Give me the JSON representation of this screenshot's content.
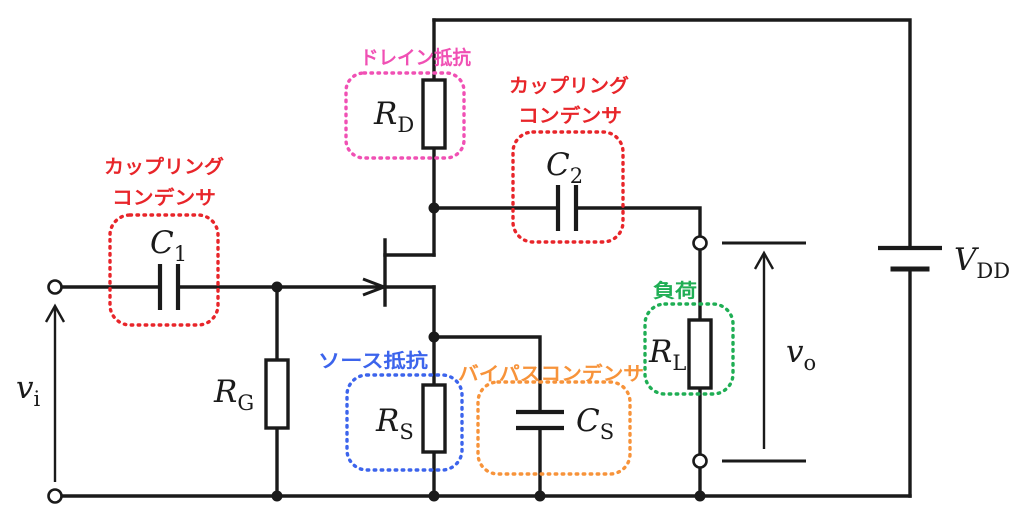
{
  "labels": {
    "rd": {
      "sym": "R",
      "sub": "D"
    },
    "c2": {
      "sym": "C",
      "sub": "2"
    },
    "c1": {
      "sym": "C",
      "sub": "1"
    },
    "rg": {
      "sym": "R",
      "sub": "G"
    },
    "rs": {
      "sym": "R",
      "sub": "S"
    },
    "cs": {
      "sym": "C",
      "sub": "S"
    },
    "rl": {
      "sym": "R",
      "sub": "L"
    },
    "vdd": {
      "sym": "V",
      "sub": "DD"
    },
    "vi": {
      "sym": "v",
      "sub": "i"
    },
    "vo": {
      "sym": "v",
      "sub": "o"
    }
  },
  "annotations": {
    "drain_resistor": "ドレイン抵抗",
    "coupling_c2_line1": "カップリング",
    "coupling_c2_line2": "コンデンサ",
    "coupling_c1_line1": "カップリング",
    "coupling_c1_line2": "コンデンサ",
    "load": "負荷",
    "source_resistor": "ソース抵抗",
    "bypass_capacitor": "バイパスコンデンサ"
  },
  "colors": {
    "drain": "#f050b4",
    "coupling": "#e8252a",
    "load": "#1fae54",
    "source": "#3c64ec",
    "bypass": "#f7933a",
    "ink": "#1a1a1a"
  }
}
